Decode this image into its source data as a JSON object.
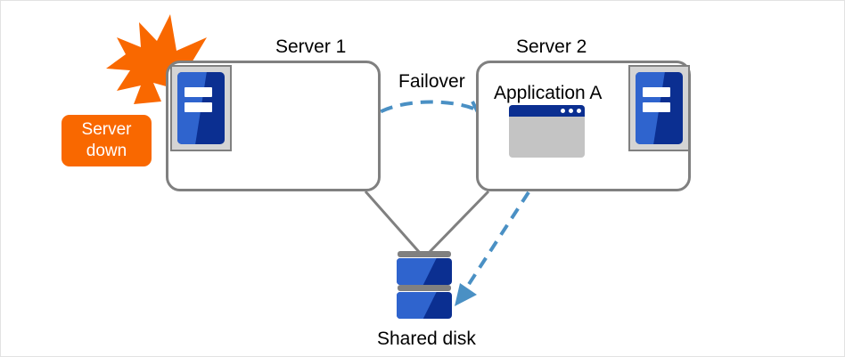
{
  "diagram": {
    "title": "Failover cluster diagram",
    "colors": {
      "accent_orange": "#f96800",
      "icon_blue_light": "#2f64ce",
      "icon_blue_dark": "#0b2f91",
      "arrow_blue": "#4a90c4",
      "outline_gray": "#808080",
      "window_body_gray": "#c4c4c4",
      "page_border": "#e2e2e2"
    }
  },
  "labels": {
    "server1": "Server 1",
    "server2": "Server 2",
    "failover": "Failover",
    "application_a": "Application A",
    "shared_disk": "Shared disk"
  },
  "callout": {
    "line1": "Server",
    "line2": "down"
  },
  "icons": {
    "server1": "server-machine-icon",
    "server2": "server-machine-icon",
    "disk": "shared-disk-icon",
    "burst": "lightning-burst-icon",
    "app_window": "application-window-icon",
    "failover_arrow": "dashed-curved-arrow-icon",
    "disk_access_arrow": "dashed-straight-arrow-icon"
  }
}
